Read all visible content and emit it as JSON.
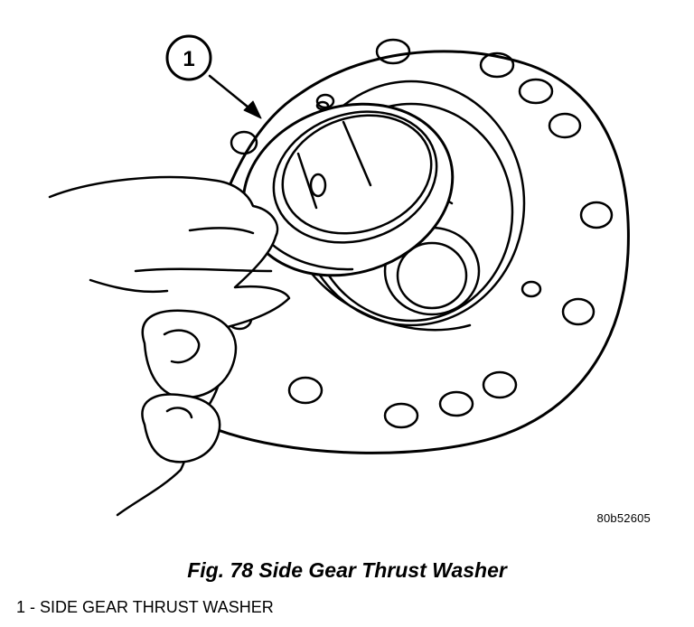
{
  "callout": {
    "number": "1"
  },
  "figure": {
    "code": "80b52605",
    "caption": "Fig. 78 Side Gear Thrust Washer",
    "legend": "1 - SIDE GEAR THRUST WASHER"
  }
}
